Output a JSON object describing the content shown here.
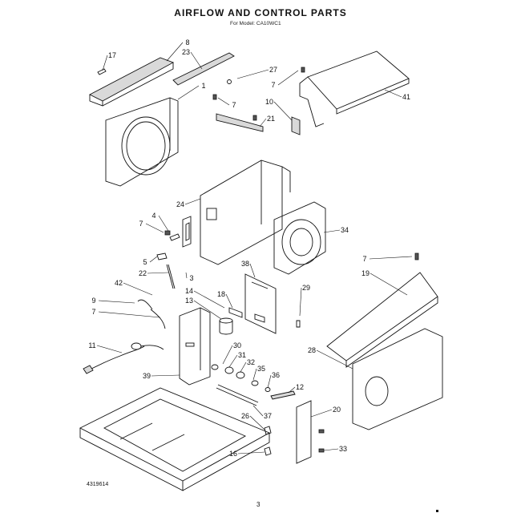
{
  "header": {
    "title": "AIRFLOW AND CONTROL PARTS",
    "model_line": "For Model: CA10WC1"
  },
  "footer": {
    "doc_number": "4319614",
    "page_number": "3"
  },
  "callouts": [
    {
      "id": "c17",
      "label": "17"
    },
    {
      "id": "c8",
      "label": "8"
    },
    {
      "id": "c23",
      "label": "23"
    },
    {
      "id": "c27",
      "label": "27"
    },
    {
      "id": "c7a",
      "label": "7"
    },
    {
      "id": "c1",
      "label": "1"
    },
    {
      "id": "c7b",
      "label": "7"
    },
    {
      "id": "c10",
      "label": "10"
    },
    {
      "id": "c41",
      "label": "41"
    },
    {
      "id": "c21",
      "label": "21"
    },
    {
      "id": "c24",
      "label": "24"
    },
    {
      "id": "c7c",
      "label": "7"
    },
    {
      "id": "c4",
      "label": "4"
    },
    {
      "id": "c34",
      "label": "34"
    },
    {
      "id": "c5",
      "label": "5"
    },
    {
      "id": "c22",
      "label": "22"
    },
    {
      "id": "c38",
      "label": "38"
    },
    {
      "id": "c7d",
      "label": "7"
    },
    {
      "id": "c19",
      "label": "19"
    },
    {
      "id": "c3",
      "label": "3"
    },
    {
      "id": "c42",
      "label": "42"
    },
    {
      "id": "c14",
      "label": "14"
    },
    {
      "id": "c18",
      "label": "18"
    },
    {
      "id": "c29",
      "label": "29"
    },
    {
      "id": "c9",
      "label": "9"
    },
    {
      "id": "c13",
      "label": "13"
    },
    {
      "id": "c7e",
      "label": "7"
    },
    {
      "id": "c11",
      "label": "11"
    },
    {
      "id": "c30",
      "label": "30"
    },
    {
      "id": "c28",
      "label": "28"
    },
    {
      "id": "c31",
      "label": "31"
    },
    {
      "id": "c32",
      "label": "32"
    },
    {
      "id": "c35",
      "label": "35"
    },
    {
      "id": "c36",
      "label": "36"
    },
    {
      "id": "c39",
      "label": "39"
    },
    {
      "id": "c12",
      "label": "12"
    },
    {
      "id": "c20",
      "label": "20"
    },
    {
      "id": "c26",
      "label": "26"
    },
    {
      "id": "c37",
      "label": "37"
    },
    {
      "id": "c33",
      "label": "33"
    },
    {
      "id": "c16",
      "label": "16"
    }
  ]
}
